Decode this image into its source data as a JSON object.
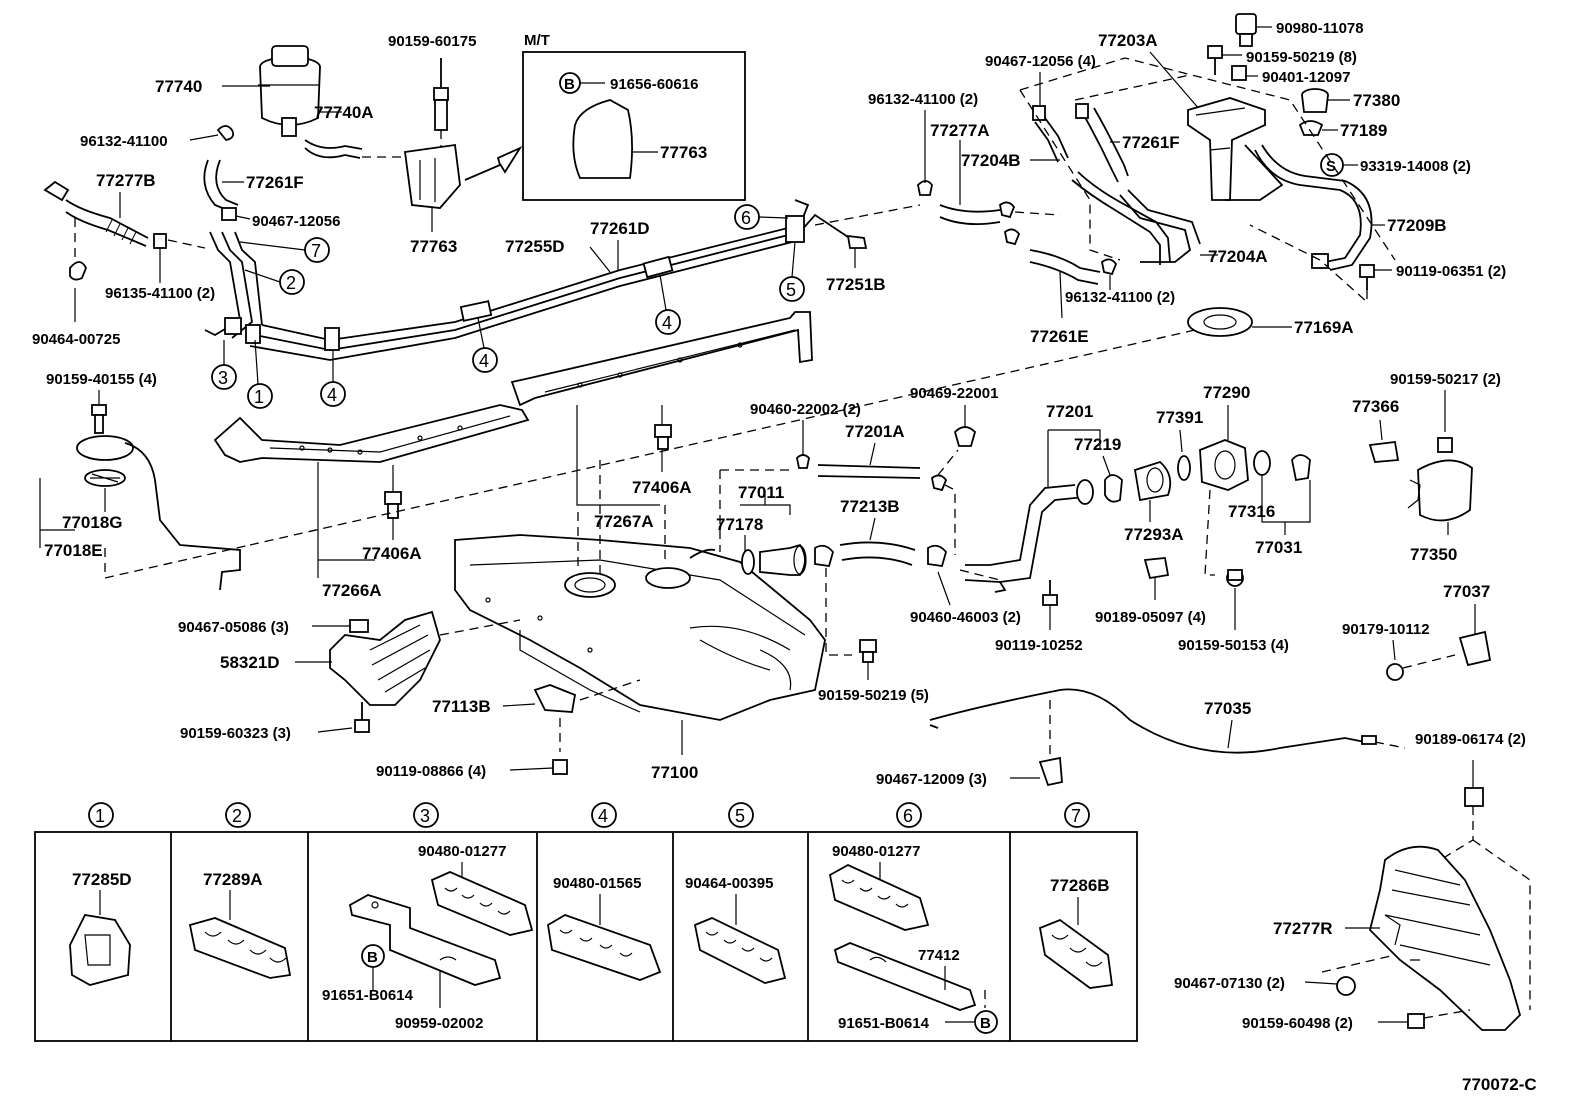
{
  "labels": {
    "l77740": "77740",
    "l96132_41100_a": "96132-41100",
    "l77740A": "77740A",
    "l90159_60175": "90159-60175",
    "l_mt": "M/T",
    "l91656_60616": "91656-60616",
    "l77763_a": "77763",
    "l77763_b": "77763",
    "l77261F_a": "77261F",
    "l77277B": "77277B",
    "l90467_12056_a": "90467-12056",
    "l96135_41100": "96135-41100 (2)",
    "l90464_00725": "90464-00725",
    "l77255D": "77255D",
    "l77261D": "77261D",
    "l77251B": "77251B",
    "l90159_40155": "90159-40155 (4)",
    "l77018G": "77018G",
    "l77018E": "77018E",
    "l77266A": "77266A",
    "l77406A_a": "77406A",
    "l77406A_b": "77406A",
    "l77267A": "77267A",
    "l90467_05086": "90467-05086 (3)",
    "l58321D": "58321D",
    "l90159_60323": "90159-60323 (3)",
    "l77113B": "77113B",
    "l90119_08866": "90119-08866 (4)",
    "l77100": "77100",
    "l90460_22002": "90460-22002 (2)",
    "l77201A": "77201A",
    "l90469_22001": "90469-22001",
    "l77011": "77011",
    "l77178": "77178",
    "l77213B": "77213B",
    "l77201": "77201",
    "l77219": "77219",
    "l77391": "77391",
    "l77290": "77290",
    "l77293A": "77293A",
    "l77316": "77316",
    "l77031": "77031",
    "l90460_46003": "90460-46003 (2)",
    "l90119_10252": "90119-10252",
    "l90189_05097": "90189-05097 (4)",
    "l90159_50153": "90159-50153 (4)",
    "l90159_50219_5": "90159-50219 (5)",
    "l77035": "77035",
    "l90467_12009": "90467-12009 (3)",
    "l90189_06174": "90189-06174 (2)",
    "l77366": "77366",
    "l90159_50217": "90159-50217 (2)",
    "l77350": "77350",
    "l77037": "77037",
    "l90179_10112": "90179-10112",
    "l90467_12056_4": "90467-12056 (4)",
    "l77203A": "77203A",
    "l90980_11078": "90980-11078",
    "l90159_50219_8": "90159-50219 (8)",
    "l90401_12097": "90401-12097",
    "l77380": "77380",
    "l77189": "77189",
    "l93319_14008": "93319-14008 (2)",
    "l96132_41100_b": "96132-41100 (2)",
    "l77277A": "77277A",
    "l77204B": "77204B",
    "l77261F_b": "77261F",
    "l77209B": "77209B",
    "l77204A": "77204A",
    "l96132_41100_c": "96132-41100 (2)",
    "l90119_06351": "90119-06351 (2)",
    "l77261E": "77261E",
    "l77169A": "77169A",
    "l77277R": "77277R",
    "l90467_07130": "90467-07130 (2)",
    "l90159_60498": "90159-60498 (2)",
    "l770072_C": "770072-C",
    "b_ref": "B",
    "s_ref": "S"
  },
  "circled": [
    "1",
    "2",
    "3",
    "4",
    "5",
    "6",
    "7"
  ],
  "clip_table": [
    {
      "num": "1",
      "parts": [
        "77285D"
      ]
    },
    {
      "num": "2",
      "parts": [
        "77289A"
      ]
    },
    {
      "num": "3",
      "parts": [
        "90480-01277",
        "91651-B0614",
        "90959-02002"
      ]
    },
    {
      "num": "4",
      "parts": [
        "90480-01565"
      ]
    },
    {
      "num": "5",
      "parts": [
        "90464-00395"
      ]
    },
    {
      "num": "6",
      "parts": [
        "90480-01277",
        "77412",
        "91651-B0614"
      ]
    },
    {
      "num": "7",
      "parts": [
        "77286B"
      ]
    }
  ]
}
